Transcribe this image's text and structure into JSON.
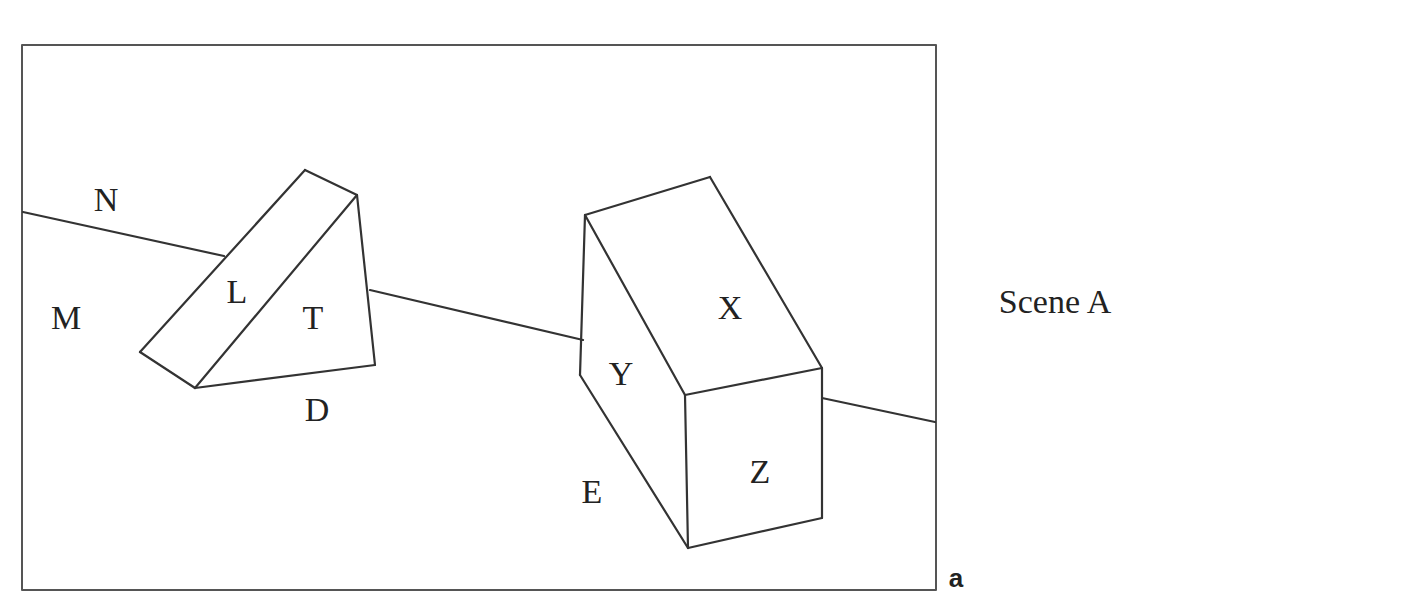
{
  "diagram": {
    "labels": [
      "N",
      "M",
      "L",
      "T",
      "D",
      "Y",
      "X",
      "Z",
      "E",
      "Scene A",
      "a"
    ]
  }
}
